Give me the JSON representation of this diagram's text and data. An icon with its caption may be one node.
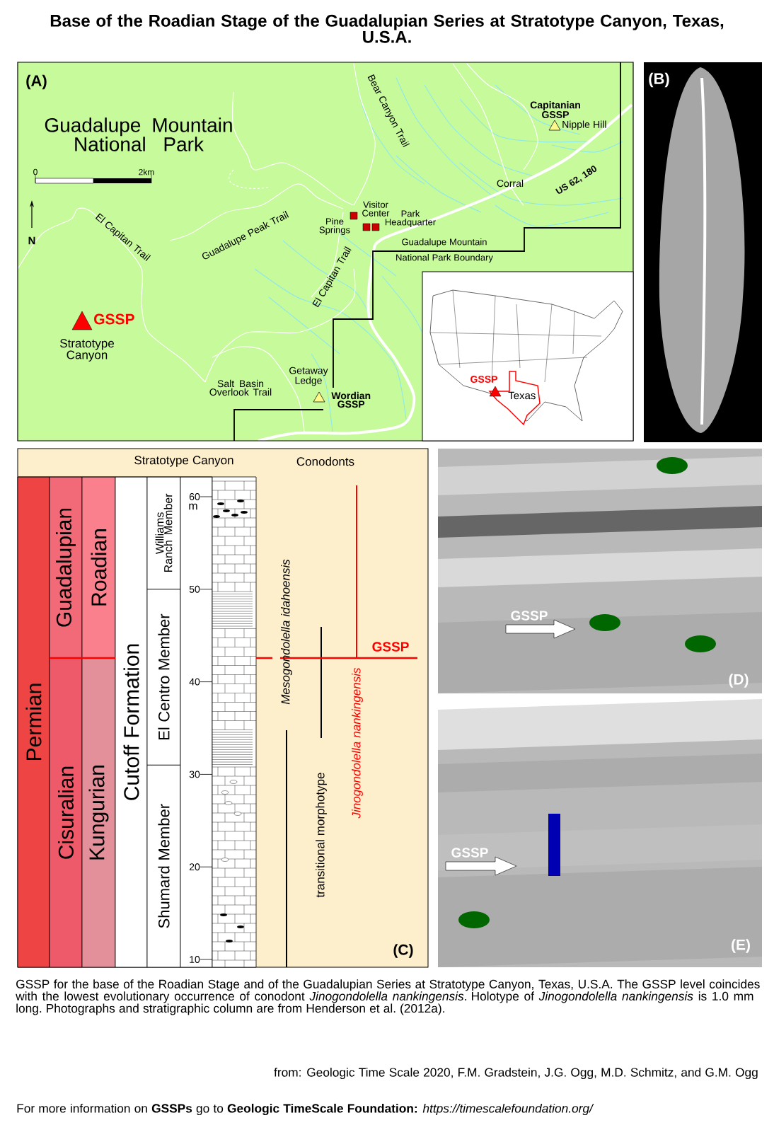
{
  "diagram": {
    "title": "Base of the Roadian Stage of the Guadalupian Series at Stratotype Canyon, Texas, U.S.A.",
    "caption": "GSSP for the base of the Roadian Stage and of the Guadalupian Series at Stratotype Canyon, Texas, U.S.A. The GSSP level coincides with the lowest evolutionary occurrence of conodont *Jinogondolella nankingensis*.  Holotype of *Jinogondolella nankingensis* is 1.0 mm long.  Photographs and stratigraphic column are from Henderson et al. (2012a).",
    "nodes": [
      {
        "text": [
          "Permian"
        ]
      },
      {
        "text": [
          "Guadalupian"
        ]
      },
      {
        "text": [
          "Cisuralian"
        ]
      },
      {
        "text": [
          "Roadian"
        ]
      },
      {
        "text": [
          "Kungurian"
        ]
      },
      {
        "text": [
          "Cutoff Formation"
        ]
      },
      {
        "text": [
          "Williams Ranch Member"
        ]
      },
      {
        "text": [
          "El Centro Member"
        ]
      },
      {
        "text": [
          "Shumard Member"
        ]
      }
    ],
    "labels": [
      "(A)",
      "Guadalupe Mountain National Park",
      "0",
      "2km",
      "N",
      "El Capitan Trail",
      "Guadalupe Peak Trail",
      "Bear Canyon Trail",
      "Capitanian GSSP",
      "Nipple Hill",
      "Corral",
      "US 62, 180",
      "Visitor Center",
      "Park Headquarter",
      "Pine Springs",
      "Guadalupe Mountain",
      "National Park Boundary",
      "El Capitan Trail",
      "GSSP",
      "Stratotype Canyon",
      "Getaway Ledge",
      "Salt Basin Overlook Trail",
      "Wordian GSSP",
      "GSSP",
      "Texas",
      "(B)",
      "Stratotype Canyon",
      "Conodonts",
      "60",
      "m",
      "50",
      "40",
      "30",
      "20",
      "10",
      "Mesogondolella idahoensis",
      "transitional morphotype",
      "Jinogondolella nankingensis",
      "GSSP",
      "(C)",
      "GSSP",
      "(D)",
      "GSSP",
      "(E)",
      "from: Geologic Time Scale 2020, F.M. Gradstein, J.G. Ogg, M.D. Schmitz, and G.M. Ogg",
      "For more information on **GSSPs** go to **Geologic TimeScale Foundation:** *https://timescalefoundation.org/*"
    ]
  }
}
